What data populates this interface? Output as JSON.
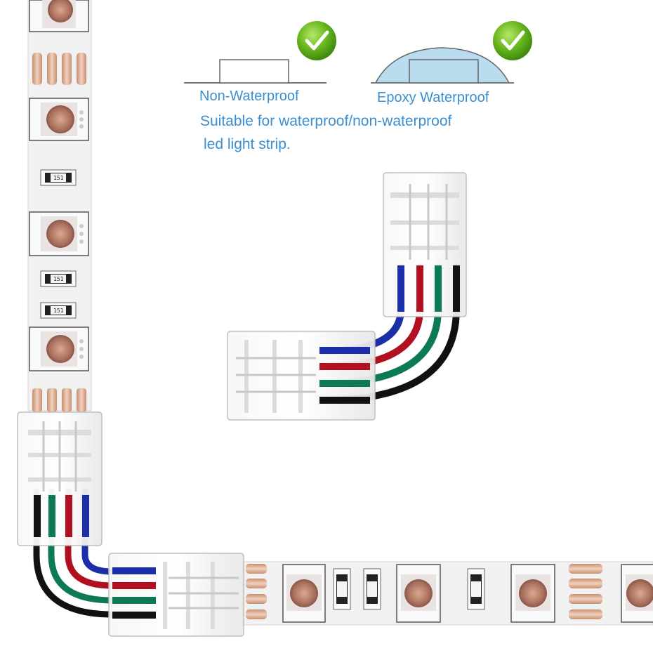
{
  "diagram": {
    "left_label": "Non-Waterproof",
    "right_label": "Epoxy Waterproof",
    "description_line1": "Suitable for waterproof/non-waterproof",
    "description_line2": "led light strip.",
    "check_icon": "check-circle-icon"
  },
  "resistor_code": "151",
  "colors": {
    "label_blue": "#3b8fd0",
    "check_green": "#6ab81e",
    "epoxy_blue": "#b9dcef",
    "wire_blue": "#1b2fa8",
    "wire_red": "#b01020",
    "wire_green": "#0e7a55",
    "wire_black": "#111111",
    "strip": "#eeeeee",
    "copper_pad": "#d9b39c"
  }
}
